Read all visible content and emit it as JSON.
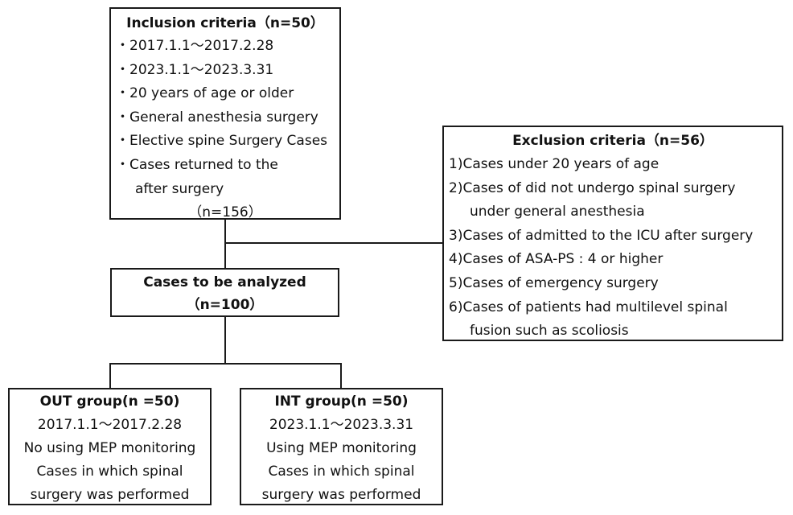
{
  "inclusion": {
    "title": "Inclusion criteria（n=50）",
    "items": [
      "・2017.1.1～2017.2.28",
      "・2023.1.1～2023.3.31",
      "・20 years of age or older",
      "・General anesthesia surgery",
      "・Elective spine Surgery Cases",
      "・Cases returned to the"
    ],
    "continuation": "after surgery",
    "count": "（n=156）"
  },
  "exclusion": {
    "title": "Exclusion criteria（n=56）",
    "items": [
      "1)Cases under 20 years of age",
      "2)Cases of did not undergo spinal surgery",
      "under general anesthesia",
      "3)Cases of admitted to the ICU after surgery",
      "4)Cases of ASA-PS : 4 or higher",
      "5)Cases of emergency surgery",
      "6)Cases of patients had multilevel spinal",
      "fusion such as scoliosis"
    ]
  },
  "analyzed": {
    "title": "Cases to be analyzed",
    "count": "（n=100）"
  },
  "out_group": {
    "title": "OUT group(n =50)",
    "lines": [
      "2017.1.1～2017.2.28",
      "No using MEP monitoring",
      "Cases in which spinal",
      "surgery was performed"
    ]
  },
  "int_group": {
    "title": "INT group(n =50)",
    "lines": [
      "2023.1.1～2023.3.31",
      "Using MEP monitoring",
      "Cases in which spinal",
      "surgery was performed"
    ]
  }
}
